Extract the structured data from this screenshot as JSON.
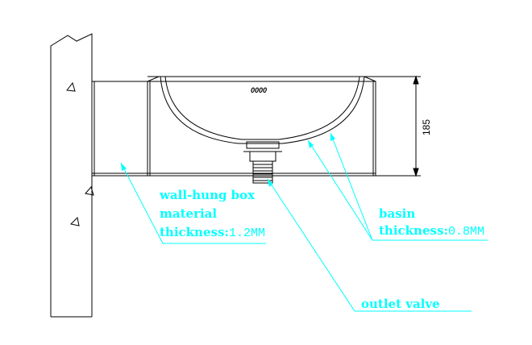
{
  "dimension": {
    "height": "185"
  },
  "logo": {
    "text": "0000"
  },
  "labels": {
    "box_line1": "wall-hung box",
    "box_line2": "material",
    "box_line3_prefix": "thickness:",
    "box_line3_value": "1.2MM",
    "basin_line1": "basin",
    "basin_line2_prefix": "thickness:",
    "basin_line2_value": "0.8MM",
    "valve": "outlet valve"
  },
  "colors": {
    "leader": "#00ffff",
    "outline": "#000000",
    "background": "#ffffff"
  }
}
